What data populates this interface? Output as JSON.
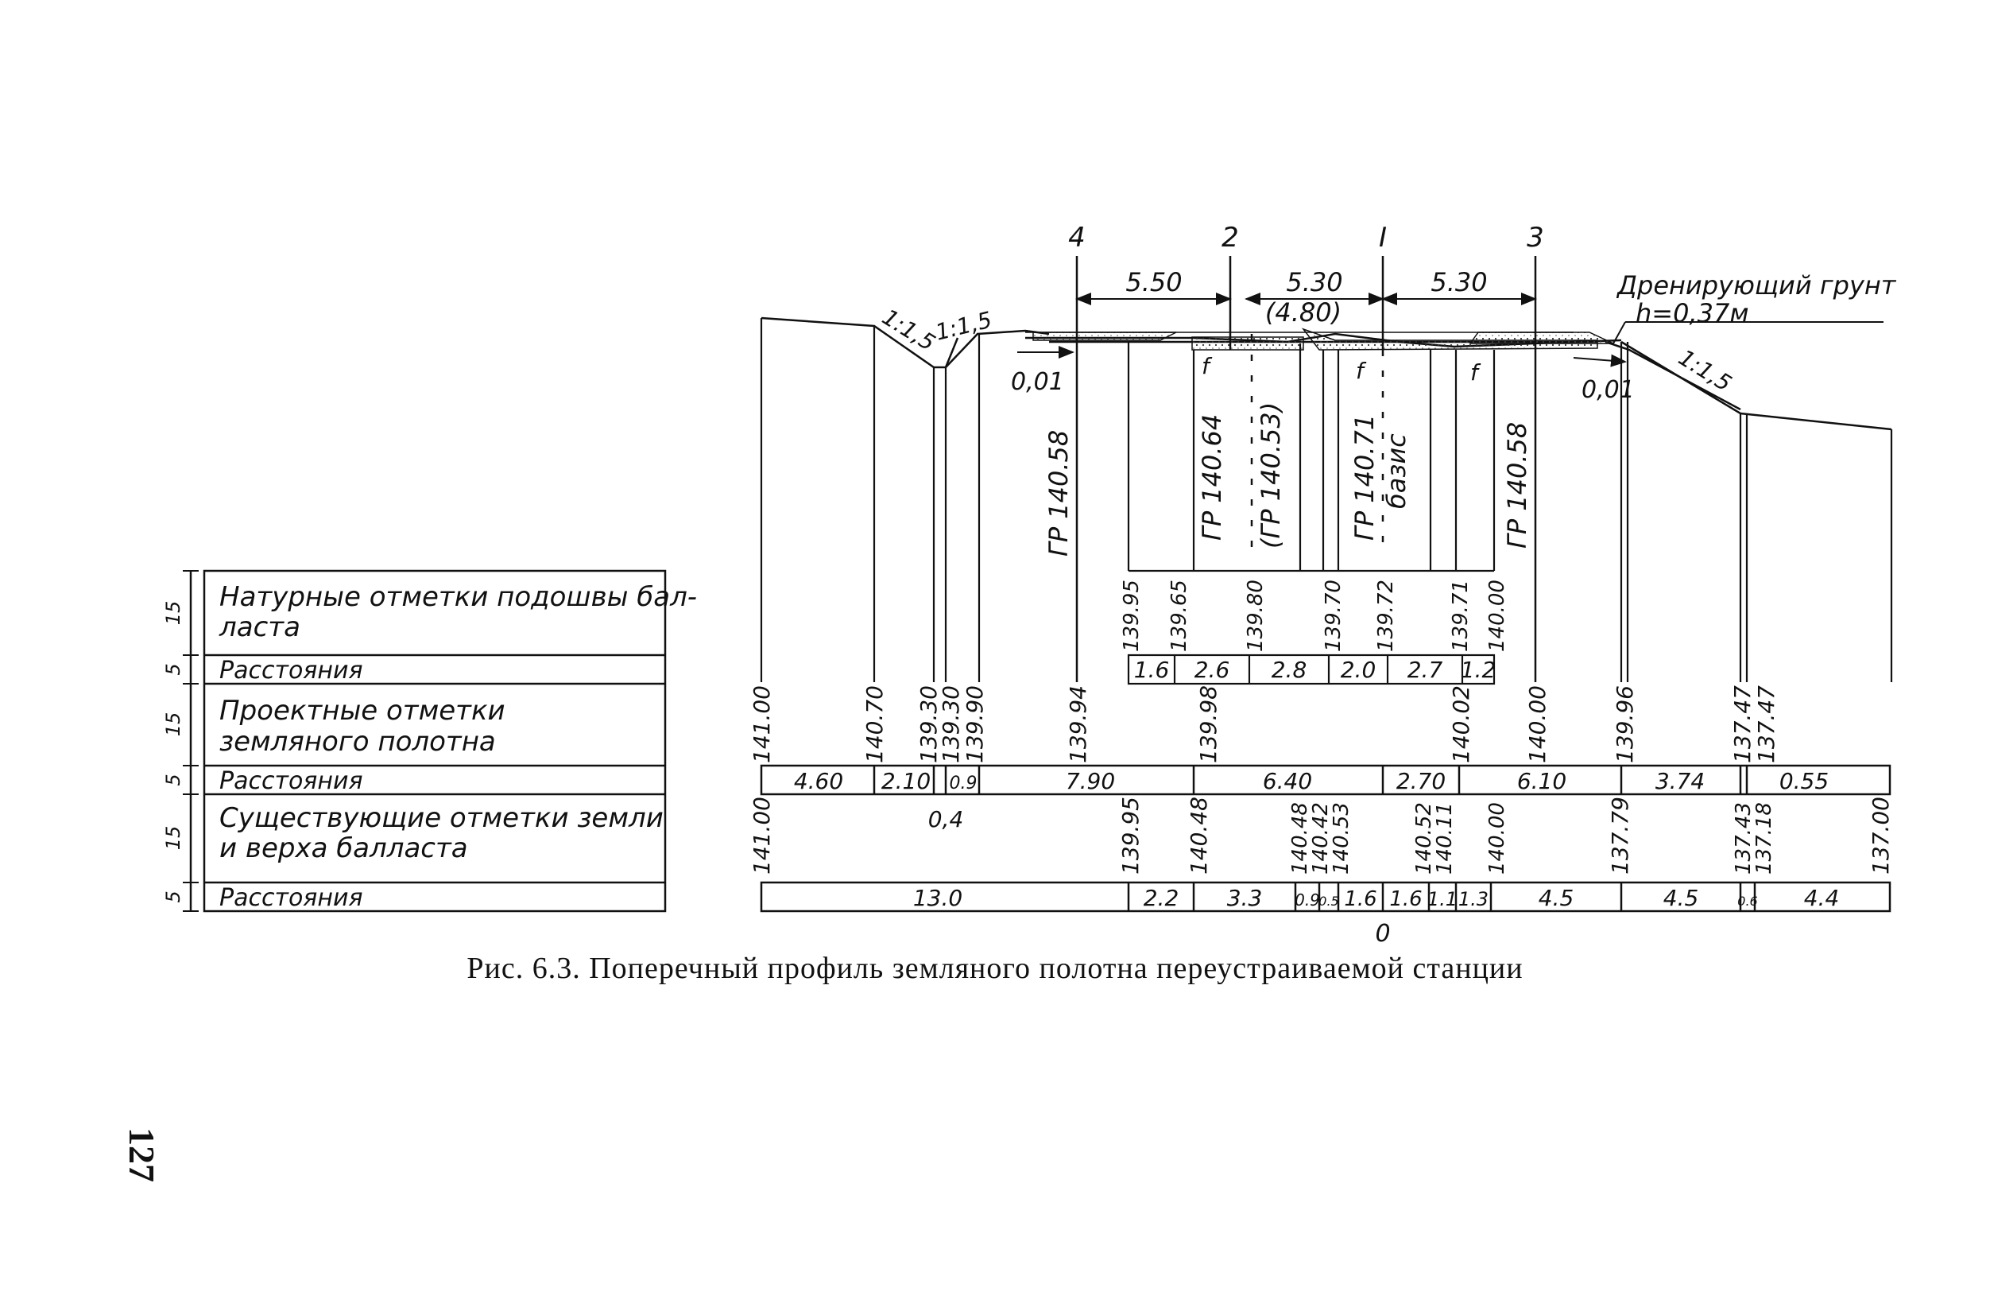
{
  "table_rows": [
    {
      "height": "15",
      "label": "Натурные отметки подошвы бал- ласта"
    },
    {
      "height": "5",
      "label": "Расстояния"
    },
    {
      "height": "15",
      "label": "Проектные отметки земляного полотна"
    },
    {
      "height": "5",
      "label": "Расстояния"
    },
    {
      "height": "15",
      "label": "Существующие отметки земли и верха балласта"
    },
    {
      "height": "5",
      "label": "Расстояния"
    }
  ],
  "track_numbers": [
    "4",
    "2",
    "I",
    "3"
  ],
  "top_dimensions": [
    "5.50",
    "5.30",
    "(4.80)",
    "5.30"
  ],
  "slopes": [
    "1:1,5",
    "1:1,5",
    "1:1,5"
  ],
  "gradients": [
    "0,01",
    "0,01"
  ],
  "markers": [
    "f",
    "f",
    "f"
  ],
  "drain_note": {
    "line1": "Дренирующий грунт",
    "line2": "h=0,37м"
  },
  "design_marks": [
    "ГР 140.58",
    "ГР 140.64",
    "(ГР 140.53)",
    "ГР 140.71",
    "базис",
    "ГР 140.58"
  ],
  "row1_values": [
    "139.95",
    "139.65",
    "139.80",
    "139.70",
    "139.72",
    "139.71",
    "140.00"
  ],
  "row2_values": [
    "1.6",
    "2.6",
    "2.8",
    "2.0",
    "2.7",
    "1.2"
  ],
  "row3_values": [
    "141.00",
    "140.70",
    "139.30",
    "139.30",
    "139.90",
    "139.94",
    "139.98",
    "140.02",
    "140.00",
    "139.96",
    "137.47",
    "137.47"
  ],
  "row4_values": [
    "4.60",
    "2.10",
    "0.9",
    "7.90",
    "6.40",
    "2.70",
    "6.10",
    "3.74",
    "0.55"
  ],
  "row4_below": "0,4",
  "row5_values": [
    "141.00",
    "139.95",
    "140.48",
    "140.48",
    "140.42",
    "140.53",
    "140.52",
    "140.11",
    "140.00",
    "137.79",
    "137.43",
    "137.18",
    "137.00"
  ],
  "row6_values": [
    "13.0",
    "2.2",
    "3.3",
    "0.9",
    "0.5",
    "1.6",
    "1.6",
    "1.1",
    "1.3",
    "4.5",
    "4.5",
    "0.6",
    "4.4"
  ],
  "zero_mark": "0",
  "caption": "Рис. 6.3. Поперечный профиль земляного полотна переустраиваемой станции",
  "page_number": "127"
}
